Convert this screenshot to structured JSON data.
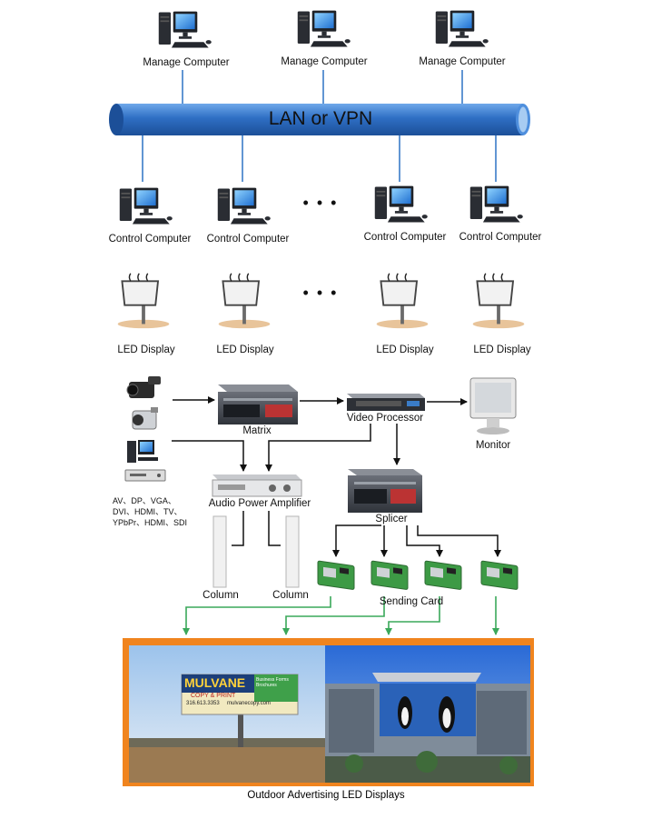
{
  "manage_label": "Manage Computer",
  "network_label": "LAN or VPN",
  "control_label": "Control Computer",
  "display_label": "LED Display",
  "ellipsis": "• • •",
  "matrix_label": "Matrix",
  "video_processor_label": "Video Processor",
  "monitor_label": "Monitor",
  "audio_amp_label": "Audio Power Amplifier",
  "splicer_label": "Splicer",
  "column_label": "Column",
  "sending_card_label": "Sending Card",
  "inputs_lines": [
    "AV、DP、VGA、",
    "DVI、HDMI、TV、",
    "YPbPr、HDMI、SDI"
  ],
  "billboard": {
    "brand": "MULVANE",
    "sub": "COPY & PRINT",
    "phone": "316.613.3353",
    "web": "mulvanecopy.com",
    "side": "Business Forms Brochures"
  },
  "caption": "Outdoor Advertising LED Displays",
  "colors": {
    "pipe": "#2f6fc4",
    "line_blue": "#3a7cc8",
    "line_green": "#3aa85a",
    "frame": "#f0841e"
  }
}
